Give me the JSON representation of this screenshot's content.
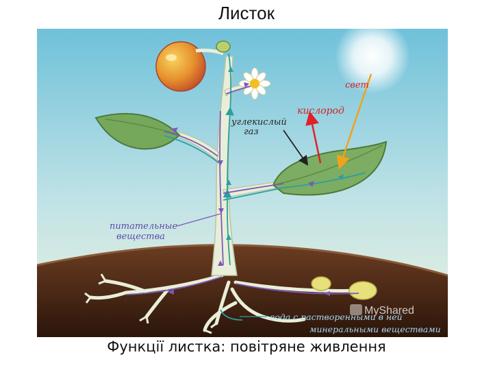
{
  "title": "Листок",
  "caption": "Функції листка: повітряне живлення",
  "labels": {
    "light": "свет",
    "oxygen": "кислород",
    "co2_line1": "углекислый",
    "co2_line2": "газ",
    "nutrients_line1": "питательные",
    "nutrients_line2": "вещества",
    "water_line1": "вода с растворенными в ней",
    "water_line2": "минеральными веществами"
  },
  "watermark": "MyShared",
  "colors": {
    "sky_top": "#7cc8de",
    "sky_bottom": "#e8f2e0",
    "soil_top": "#6b3d22",
    "soil_bottom": "#2e170c",
    "leaf": "#76a85c",
    "stem": "#e9eed8",
    "oxygen_arrow": "#e0202a",
    "light_arrow": "#f1a21c",
    "flow_purple": "#7a5ab8",
    "flow_teal": "#2a9fa0"
  }
}
